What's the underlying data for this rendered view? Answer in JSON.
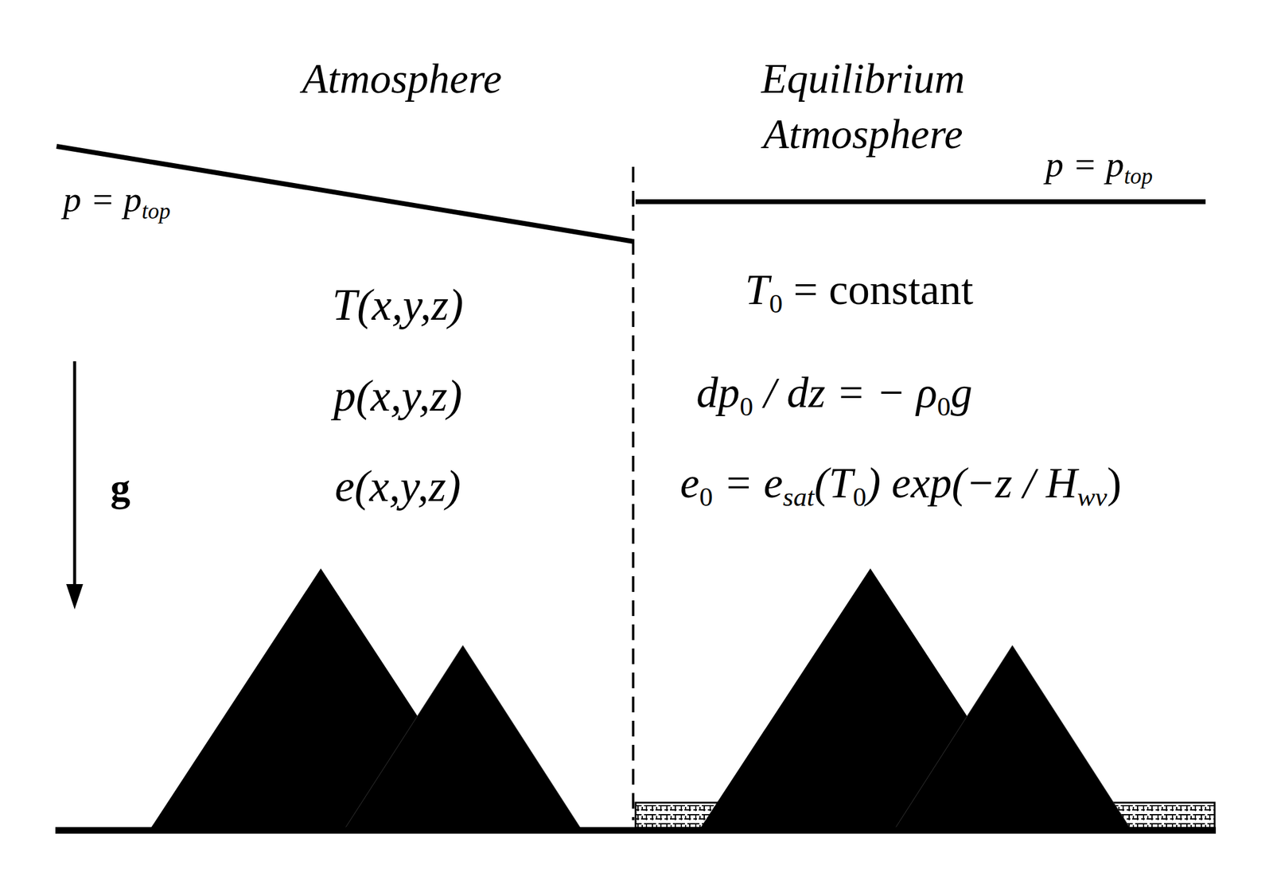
{
  "diagram": {
    "labels": [
      "Atmosphere",
      "Equilibrium Atmosphere",
      "p = p",
      "top",
      "p = p",
      "top",
      "T(x,y,z)",
      "p(x,y,z)",
      "e(x,y,z)",
      "g",
      "T",
      "0",
      " = constant",
      "dp",
      "0",
      " / dz = − ρ",
      "0",
      "g",
      "e",
      "0",
      " = e",
      "sat",
      "(T",
      "0",
      ") exp(−z / H",
      "wv",
      ")"
    ]
  }
}
